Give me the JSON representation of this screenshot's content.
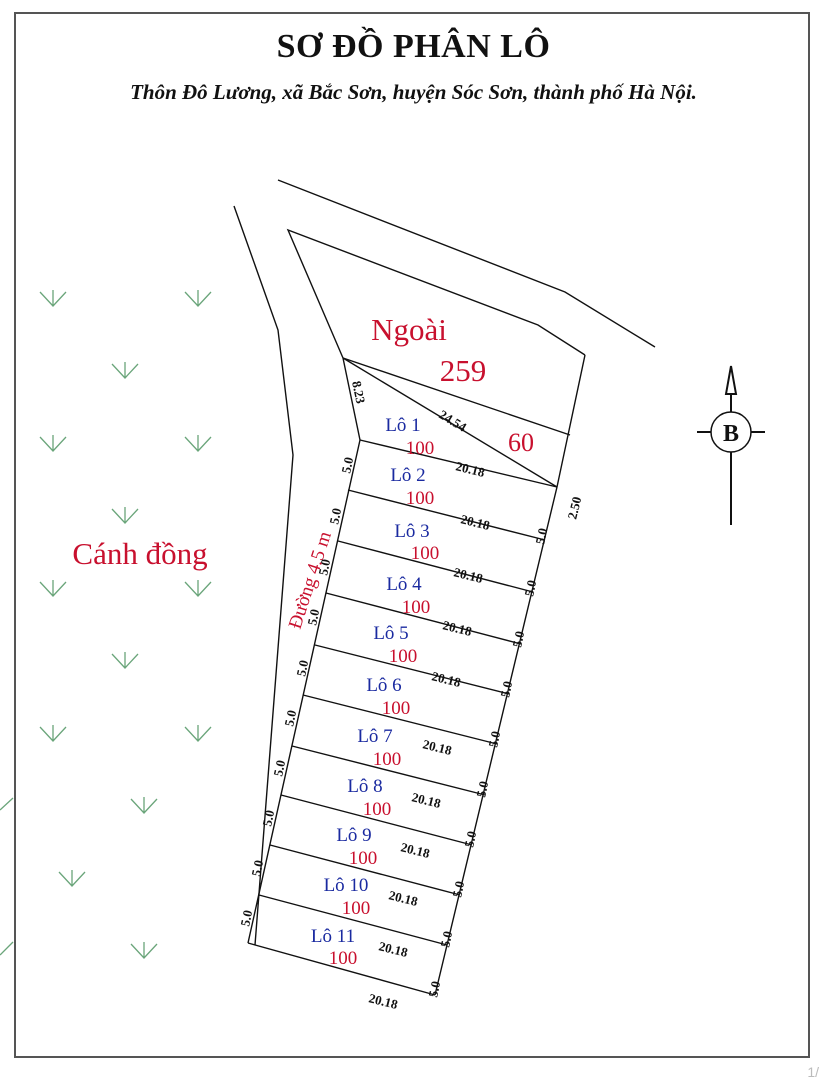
{
  "header": {
    "title": "SƠ ĐỒ PHÂN LÔ",
    "subtitle": "Thôn Đô Lương, xã Bắc Sơn, huyện Sóc Sơn, thành phố Hà Nội."
  },
  "labels": {
    "field": "Cánh đồng",
    "road": "Đường 4.5 m",
    "outer_parcel_name": "Ngoài",
    "outer_parcel_area": "259",
    "remainder_area": "60",
    "compass_letter": "B"
  },
  "dimensions": {
    "lot1_left": "8.23",
    "diagonal": "24.54",
    "right_top": "2.50",
    "lot_depth": "20.18",
    "lot_width": "5.0"
  },
  "lots": [
    {
      "name": "Lô 1",
      "area": "100"
    },
    {
      "name": "Lô 2",
      "area": "100"
    },
    {
      "name": "Lô 3",
      "area": "100"
    },
    {
      "name": "Lô 4",
      "area": "100"
    },
    {
      "name": "Lô 5",
      "area": "100"
    },
    {
      "name": "Lô 6",
      "area": "100"
    },
    {
      "name": "Lô 7",
      "area": "100"
    },
    {
      "name": "Lô 8",
      "area": "100"
    },
    {
      "name": "Lô 9",
      "area": "100"
    },
    {
      "name": "Lô 10",
      "area": "100"
    },
    {
      "name": "Lô 11",
      "area": "100"
    }
  ],
  "colors": {
    "area_label": "#c8102e",
    "lot_label": "#1a2aa0",
    "grass": "#6aa57a"
  },
  "page_indicator": "1/"
}
